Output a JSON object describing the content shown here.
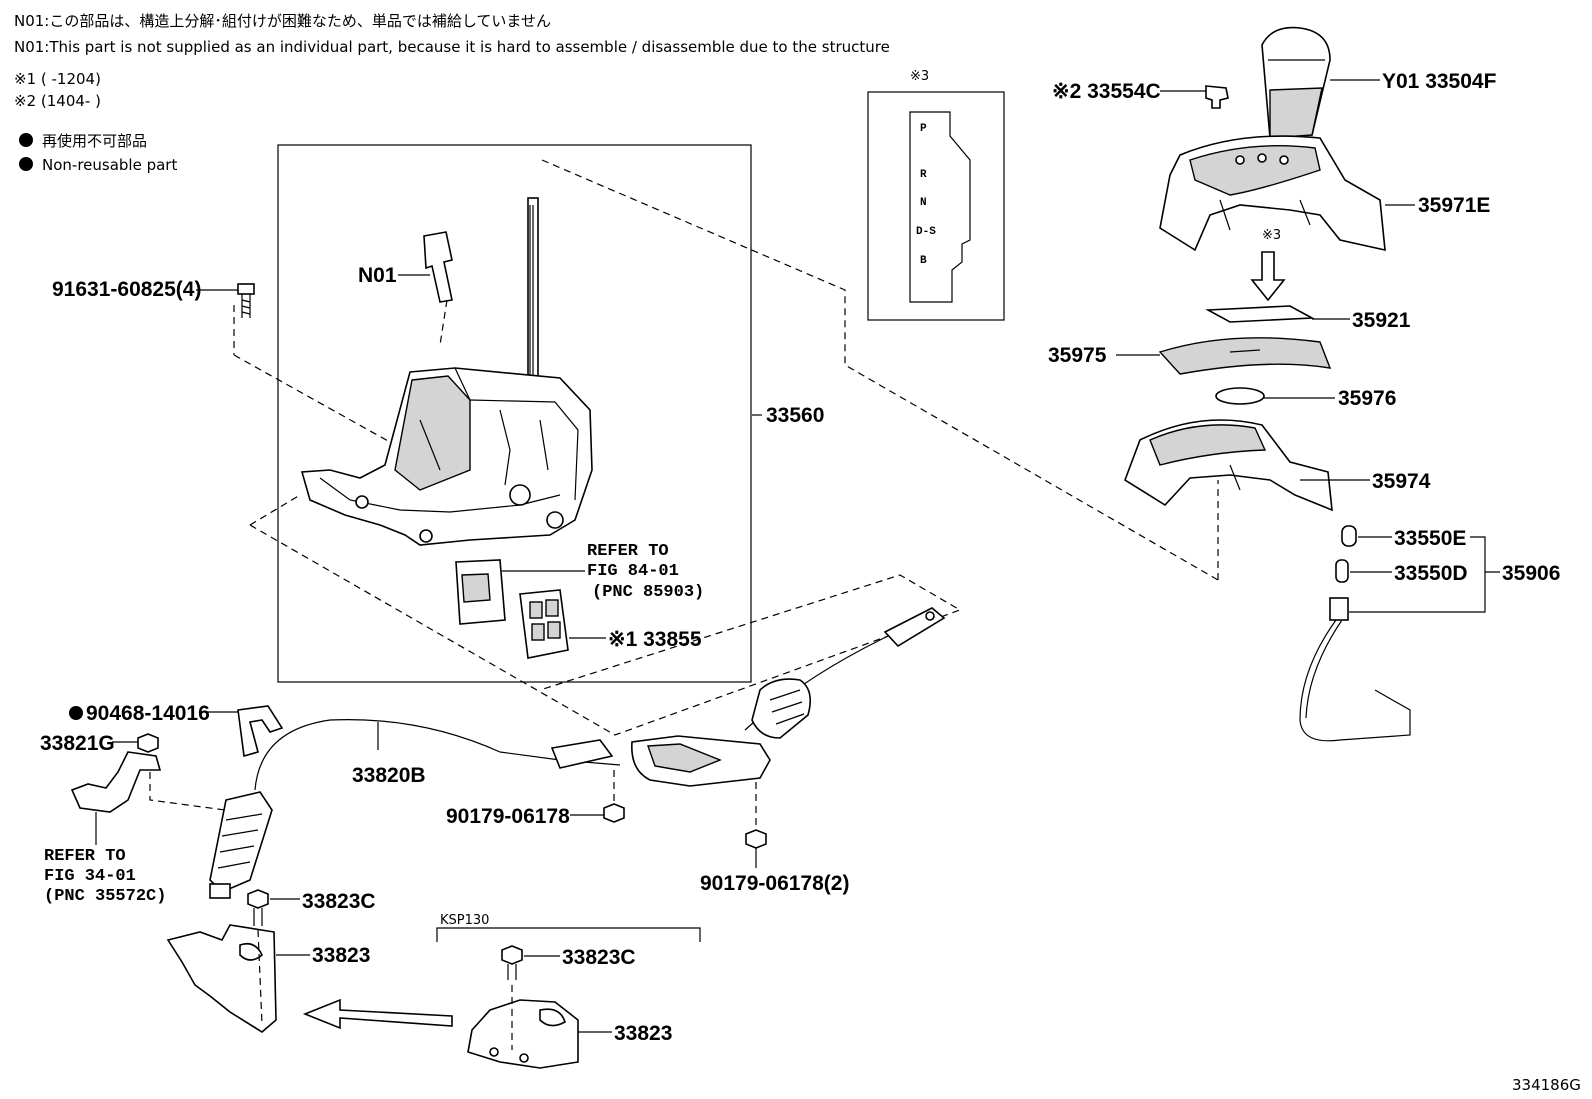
{
  "notes": {
    "n01_jp": "N01:この部品は、構造上分解･組付けが困難なため、単品では補給していません",
    "n01_en": "N01:This part is not supplied as an individual part, because it is hard to assemble / disassemble due to the structure",
    "mark1": "※1 (      -1204)",
    "mark2": "※2 (1404-      )",
    "nonreuse_jp": "再使用不可部品",
    "nonreuse_en": "Non-reusable part"
  },
  "gate": {
    "title": "※3",
    "letters": [
      "P",
      "R",
      "N",
      "D-S",
      "B"
    ]
  },
  "labels": {
    "p91631": "91631-60825(4)",
    "n01": "N01",
    "p33560": "33560",
    "refer84": [
      "REFER TO",
      "FIG 84-01",
      "(PNC 85903)"
    ],
    "p33855": "※1 33855",
    "p90468": "90468-14016",
    "p33821g": "33821G",
    "p33820b": "33820B",
    "refer34": [
      "REFER TO",
      "FIG 34-01",
      "(PNC 35572C)"
    ],
    "p33823c_a": "33823C",
    "p33823_a": "33823",
    "p90179_a": "90179-06178",
    "p90179_b": "90179-06178(2)",
    "ksp": "KSP130",
    "p33823c_b": "33823C",
    "p33823_b": "33823",
    "p33554c": "※2 33554C",
    "y01": "Y01 33504F",
    "p35971e": "35971E",
    "mark3": "※3",
    "p35921": "35921",
    "p35975": "35975",
    "p35976": "35976",
    "p35974": "35974",
    "p33550e": "33550E",
    "p33550d": "33550D",
    "p35906": "35906",
    "drawing_no": "334186G"
  }
}
